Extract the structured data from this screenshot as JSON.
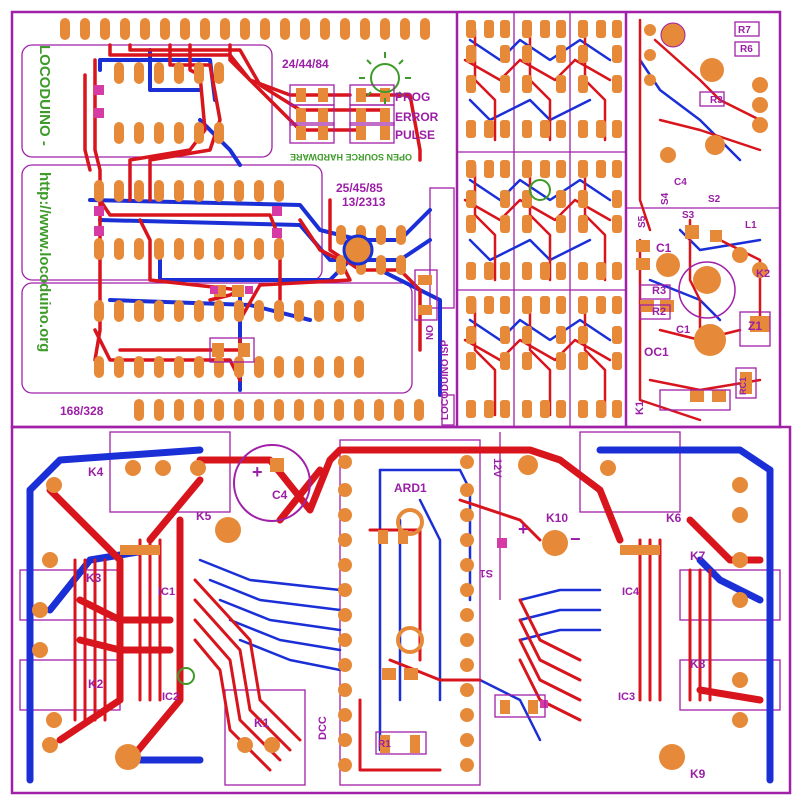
{
  "labels": {
    "top_left_vertical_1": "LOCODUINO -",
    "top_left_vertical_2": "http://www.locoduino.org",
    "attiny_24": "24/44/84",
    "attiny_25": "25/45/85",
    "attiny_13": "13/2313",
    "atmega": "168/328",
    "led_prog": "PROG",
    "led_error": "ERROR",
    "led_pulse": "PULSE",
    "open_hw": "OPEN SOURCE HARDWARE",
    "locoduino_isp": "LOCODUINO ISP",
    "on_label": "ON",
    "c4_label": "C4",
    "k1": "K1",
    "k2": "K2",
    "k3": "K3",
    "k4": "K4",
    "k5": "K5",
    "k6": "K6",
    "k7": "K7",
    "k8": "K8",
    "k9": "K9",
    "k10": "K10",
    "ard1": "ARD1",
    "dcc": "DCC",
    "ic1": "IC1",
    "ic2": "IC2",
    "ic3": "IC3",
    "ic4": "IC4",
    "s1": "S1",
    "s2": "S2",
    "s3": "S3",
    "s4": "S4",
    "s5": "S5",
    "r1": "R1",
    "r2": "R2",
    "r3": "R3",
    "r6": "R6",
    "r7": "R7",
    "c1": "C1",
    "z1": "Z1",
    "oc1": "OC1",
    "rc1": "RC1",
    "l1": "L1",
    "v12": "12V",
    "plus": "+",
    "minus": "−"
  },
  "colors": {
    "top_copper": "#d8141c",
    "bottom_copper": "#1b2fd6",
    "pad": "#e68a3a",
    "via": "#d63aa5",
    "silkscreen": "#9b1fa6",
    "logo_green": "#3e9b2a",
    "board": "#ffffff"
  }
}
